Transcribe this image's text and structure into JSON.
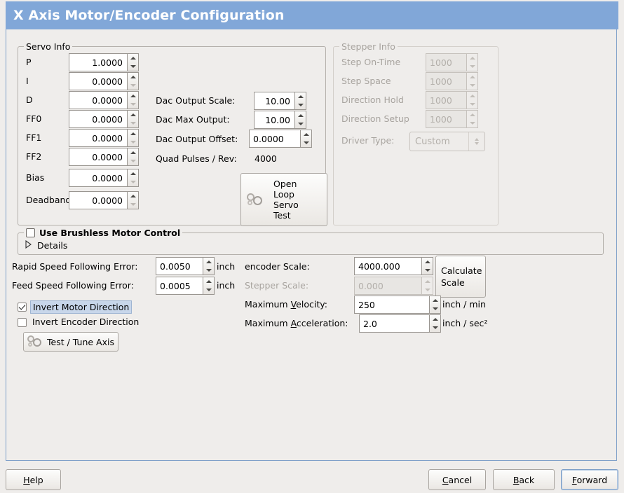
{
  "window": {
    "title": "X Axis Motor/Encoder Configuration",
    "titlebar_color": "#81a7d8",
    "background_color": "#efedeb"
  },
  "servo_info": {
    "legend": "Servo Info",
    "fields": [
      {
        "label": "P",
        "value": "1.0000",
        "enabled": true
      },
      {
        "label": "I",
        "value": "0.0000",
        "enabled": true
      },
      {
        "label": "D",
        "value": "0.0000",
        "enabled": true
      },
      {
        "label": "FF0",
        "value": "0.0000",
        "enabled": true
      },
      {
        "label": "FF1",
        "value": "0.0000",
        "enabled": true
      },
      {
        "label": "FF2",
        "value": "0.0000",
        "enabled": true
      },
      {
        "label": "Bias",
        "value": "0.0000",
        "enabled": true
      },
      {
        "label": "Deadband",
        "value": "0.0000",
        "enabled": true
      }
    ],
    "dac": [
      {
        "label": "Dac Output Scale:",
        "value": "10.00"
      },
      {
        "label": "Dac Max Output:",
        "value": "10.00"
      },
      {
        "label": "Dac Output Offset:",
        "value": "0.0000"
      }
    ],
    "quad_pulses_label": "Quad Pulses / Rev:",
    "quad_pulses_value": "4000",
    "open_loop_button": "Open\nLoop\nServo\nTest",
    "open_loop_lines": [
      "Open",
      "Loop",
      "Servo",
      "Test"
    ],
    "open_loop_icon": "gears-icon"
  },
  "stepper_info": {
    "legend": "Stepper Info",
    "enabled": false,
    "fields": [
      {
        "label": "Step On-Time",
        "value": "1000"
      },
      {
        "label": "Step Space",
        "value": "1000"
      },
      {
        "label": "Direction Hold",
        "value": "1000"
      },
      {
        "label": "Direction Setup",
        "value": "1000"
      }
    ],
    "driver_type_label": "Driver Type:",
    "driver_type_value": "Custom"
  },
  "brushless": {
    "checkbox_label": "Use Brushless Motor Control",
    "checked": false,
    "details_label": "Details",
    "details_expanded": false
  },
  "lower_left": {
    "rapid_label": "Rapid Speed Following Error:",
    "rapid_value": "0.0050",
    "rapid_unit": "inch",
    "feed_label": "Feed Speed Following Error:",
    "feed_value": "0.0005",
    "feed_unit": "inch",
    "invert_motor_label": "Invert Motor Direction",
    "invert_motor_checked": true,
    "invert_motor_focused": true,
    "invert_encoder_label": "Invert Encoder Direction",
    "invert_encoder_checked": false,
    "test_tune_label": "Test / Tune Axis",
    "test_tune_icon": "gears-icon"
  },
  "lower_right": {
    "encoder_scale_label": "encoder Scale:",
    "encoder_scale_value": "4000.000",
    "encoder_scale_enabled": true,
    "stepper_scale_label": "Stepper Scale:",
    "stepper_scale_value": "0.000",
    "stepper_scale_enabled": false,
    "calculate_scale_lines": [
      "Calculate",
      "Scale"
    ],
    "max_velocity_label_pre": "Maximum ",
    "max_velocity_label_accel": "V",
    "max_velocity_label_post": "elocity:",
    "max_velocity_value": "250",
    "max_velocity_unit": "inch / min",
    "max_accel_label_pre": "Maximum ",
    "max_accel_label_accel": "A",
    "max_accel_label_post": "cceleration:",
    "max_accel_value": "2.0",
    "max_accel_unit": "inch / sec²"
  },
  "footer": {
    "help": {
      "pre": "",
      "accel": "H",
      "post": "elp"
    },
    "cancel": {
      "pre": "",
      "accel": "C",
      "post": "ancel"
    },
    "back": {
      "pre": "",
      "accel": "B",
      "post": "ack"
    },
    "forward": {
      "pre": "",
      "accel": "F",
      "post": "orward"
    },
    "forward_focused": true
  }
}
